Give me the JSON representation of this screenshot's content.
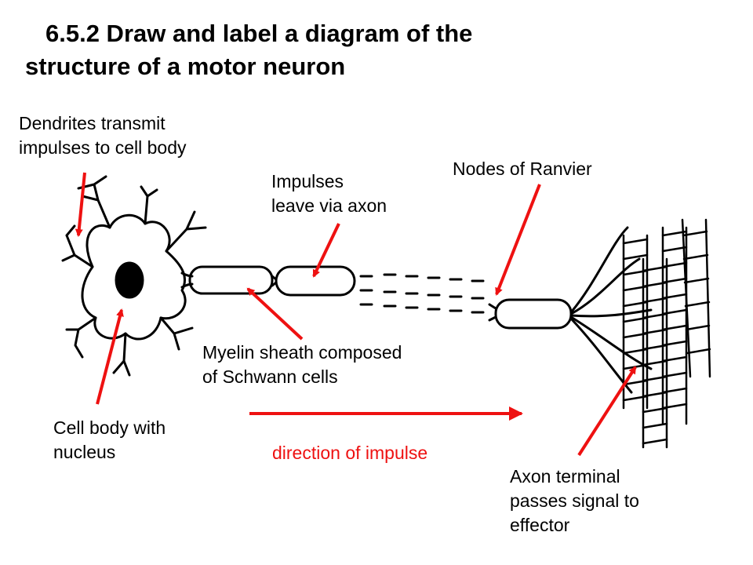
{
  "title": {
    "line1": "6.5.2 Draw and label a diagram of the",
    "line2": "structure of a motor neuron"
  },
  "labels": {
    "dendrites": [
      "Dendrites transmit",
      "impulses to cell body"
    ],
    "impulses": [
      "Impulses",
      "leave via axon"
    ],
    "nodes": "Nodes of Ranvier",
    "myelin": [
      "Myelin sheath composed",
      "of Schwann cells"
    ],
    "cell_body": [
      "Cell body with",
      "nucleus"
    ],
    "direction": "direction of impulse",
    "axon_terminal": [
      "Axon terminal",
      "passes signal to",
      "effector"
    ]
  },
  "colors": {
    "arrow": "#ee1111",
    "direction_text": "#ee1111",
    "ink": "#000000"
  }
}
